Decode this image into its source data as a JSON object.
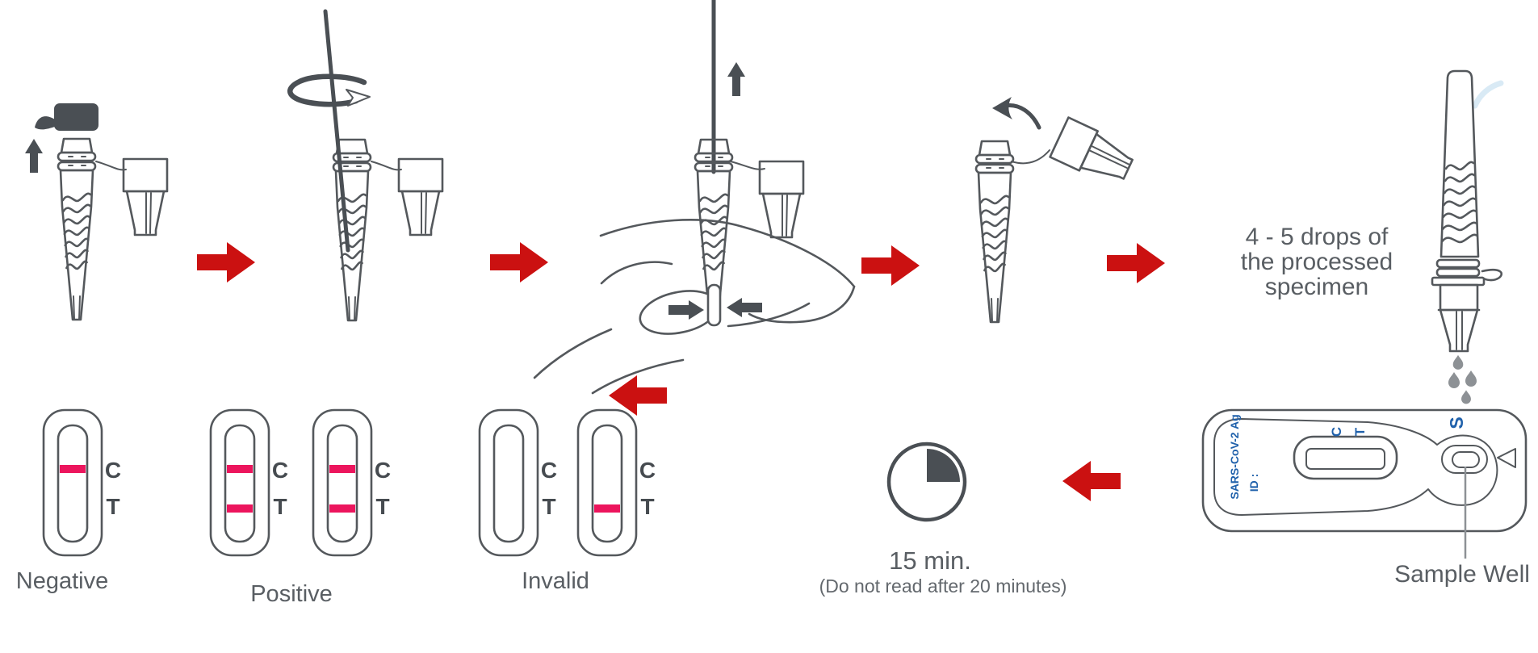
{
  "steps": {
    "drops_note": [
      "4 - 5 drops of",
      "the processed",
      "specimen"
    ]
  },
  "cassette": {
    "name": "SARS-CoV-2 Ag",
    "id_label": "ID :",
    "c": "C",
    "t": "T",
    "s": "S",
    "sample_well": "Sample Well"
  },
  "timer": {
    "duration": "15 min.",
    "note": "(Do not read after 20 minutes)"
  },
  "results": {
    "c": "C",
    "t": "T",
    "negative_label": "Negative",
    "positive_label": "Positive",
    "invalid_label": "Invalid"
  },
  "colors": {
    "outline_gray": "#54585c",
    "dark_gray": "#4a4f54",
    "text_gray": "#595e63",
    "arrow_red": "#cb1111",
    "test_line_pink": "#ec155d",
    "cassette_text_blue": "#2061ab",
    "drop_gray": "#8d9195"
  }
}
